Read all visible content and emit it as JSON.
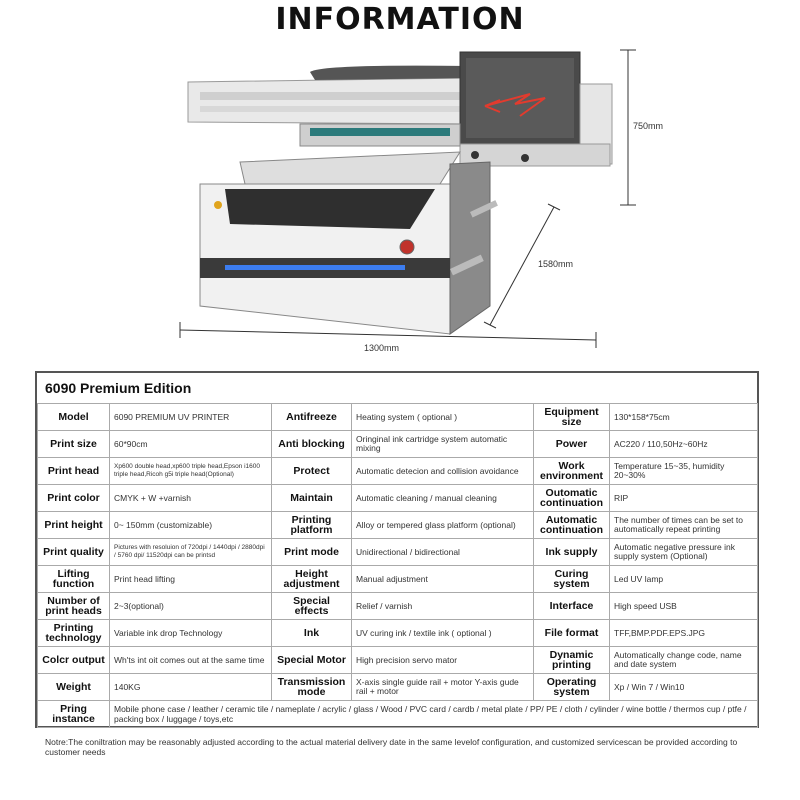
{
  "title": "INFORMATION",
  "dimensions": {
    "height": "750mm",
    "depth": "1580mm",
    "width": "1300mm"
  },
  "spec": {
    "heading": "6090 Premium Edition",
    "rows": [
      [
        "Model",
        "6090 PREMIUM UV PRINTER",
        "Antifreeze",
        "Heating system ( optional )",
        "Equipment size",
        "130*158*75cm"
      ],
      [
        "Print size",
        "60*90cm",
        "Anti blocking",
        "Oringinal ink cartridge system automatic mixing",
        "Power",
        "AC220 / 110,50Hz~60Hz"
      ],
      [
        "Print head",
        "Xp600 double head,xp600 triple head,Epson i1600 triple head,Ricoh g5i triple head(Optional)",
        "Protect",
        "Automatic detecion and collision avoidance",
        "Work environment",
        "Temperature 15~35, humidity 20~30%"
      ],
      [
        "Print color",
        "CMYK + W +varnish",
        "Maintain",
        "Automatic cleaning / manual cleaning",
        "Outomatic continuation",
        "RIP"
      ],
      [
        "Print height",
        "0~ 150mm (customizable)",
        "Printing platform",
        "Alloy or tempered glass platform (optional)",
        "Automatic continuation",
        "The number of times can be set to automatically repeat printing"
      ],
      [
        "Print quality",
        "Pictures with resoluion of 720dpi / 1440dpi / 2880dpi / 5760 dpi/ 11520dpi can be printsd",
        "Print mode",
        "Unidirectional / bidirectional",
        "Ink supply",
        "Automatic negative pressure ink supply system (Optional)"
      ],
      [
        "Lifting function",
        "Print head lifting",
        "Height adjustment",
        "Manual adjustment",
        "Curing system",
        "Led UV lamp"
      ],
      [
        "Number of print heads",
        "2~3(optional)",
        "Special effects",
        "Relief / varnish",
        "Interface",
        "High speed USB"
      ],
      [
        "Printing technology",
        "Variable ink drop Technology",
        "Ink",
        "UV curing ink / textile ink ( optional )",
        "File format",
        "TFF,BMP.PDF.EPS.JPG"
      ],
      [
        "Colcr output",
        "Wh'ts int oit comes out at the same time",
        "Special Motor",
        "High precision servo mator",
        "Dynamic printing",
        "Automatically change code, name and date system"
      ],
      [
        "Weight",
        "140KG",
        "Transmission mode",
        "X-axis single guide rail + motor Y-axis gude rail + motor",
        "Operating system",
        "Xp / Win 7 / Win10"
      ]
    ],
    "last_row": {
      "label": "Pring instance",
      "value": "Mobile phone case / leather / ceramic tile / nameplate / acrylic / glass / Wood / PVC card / cardb / metal plate / PP/ PE / cloth / cylinder / wine bottle / thermos cup / ptfe / packing box / luggage / toys,etc"
    }
  },
  "note": "Notre:The coniltration may be reasonably adjusted according to the actual material delivery date in the same levelof configuration, and customized servicescan be provided according to customer needs"
}
